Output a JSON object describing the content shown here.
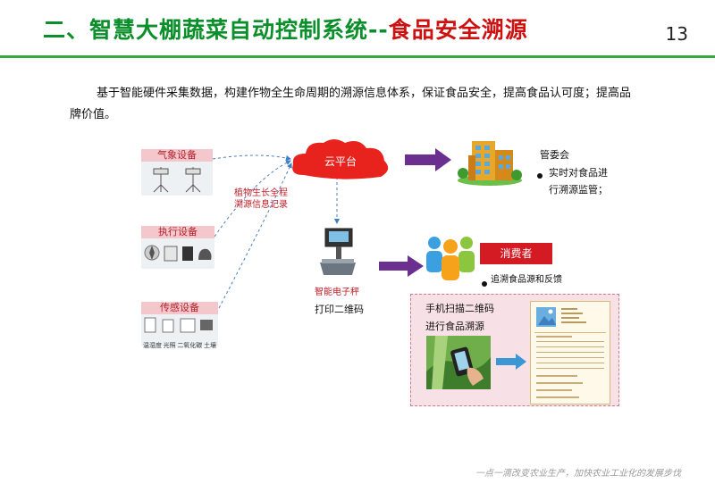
{
  "title": {
    "part1": "二、智慧大棚蔬菜自动控制系统",
    "separator": "--",
    "part2": "食品安全溯源"
  },
  "page_number": "13",
  "intro": {
    "line1": "基于智能硬件采集数据，构建作物全生命周期的溯源信息体系，保证食品安全，提高食品认可度；提高品",
    "line2": "牌价值。"
  },
  "devices": {
    "weather": {
      "title": "气象设备"
    },
    "actuator": {
      "title": "执行设备"
    },
    "sensor": {
      "title": "传感设备",
      "items": [
        "温湿度",
        "光照",
        "二氧化碳",
        "土壤"
      ]
    }
  },
  "record_label": {
    "line1": "植物生长全程",
    "line2": "溯源信息记录"
  },
  "cloud": {
    "label": "云平台"
  },
  "committee": {
    "title": "管委会",
    "bullet_line1": "实时对食品进",
    "bullet_line2": "行溯源监管；"
  },
  "scale": {
    "name": "智能电子秤",
    "action": "打印二维码"
  },
  "consumer": {
    "label": "消费者",
    "bullet": "追溯食品源和反馈"
  },
  "scan": {
    "line1": "手机扫描二维码",
    "line2": "进行食品溯源"
  },
  "footer": "一点一滴改变农业生产，加快农业工业化的发展步伐",
  "colors": {
    "title_green": "#0a8f2a",
    "title_red": "#cc1111",
    "cloud_red": "#e8231e",
    "arrow_purple": "#6b2f8f",
    "arrow_blue": "#3a97d4",
    "consumer_red": "#d41a23"
  }
}
